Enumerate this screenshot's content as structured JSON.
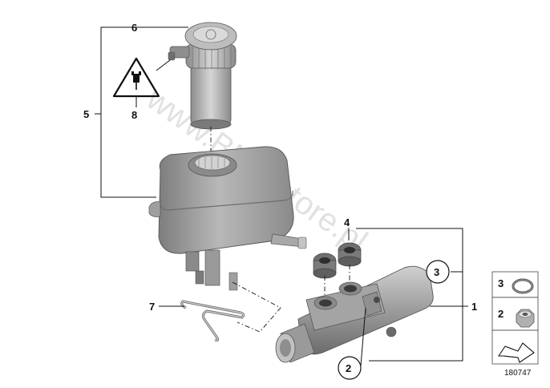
{
  "callouts": {
    "c1": "1",
    "c2a": "2",
    "c3a": "3",
    "c4": "4",
    "c5": "5",
    "c6": "6",
    "c7": "7",
    "c8": "8"
  },
  "legend": {
    "items": [
      {
        "number": "3",
        "part": "o-ring-icon"
      },
      {
        "number": "2",
        "part": "nut-icon"
      }
    ],
    "arrow": "arrow-icon"
  },
  "diagram_id": "180747",
  "watermark": "www.BMWstore.pl",
  "colors": {
    "part_gray": "#9a9a9a",
    "part_dark": "#5c5c5c",
    "part_light": "#d4d4d4",
    "line": "#111111"
  }
}
